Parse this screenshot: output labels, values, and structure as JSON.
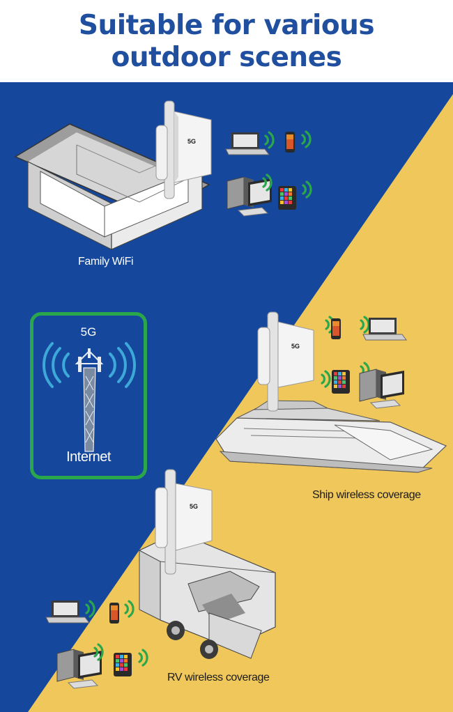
{
  "heading": {
    "line1": "Suitable for various",
    "line2": "outdoor scenes"
  },
  "captions": {
    "family": "Family WiFi",
    "ship": "Ship wireless coverage",
    "rv": "RV wireless coverage"
  },
  "tower_box": {
    "network": "5G",
    "label": "Internet"
  },
  "device_badge": "5G",
  "colors": {
    "background_blue": "#15489d",
    "background_yellow": "#f0c75a",
    "title_blue": "#1f4f9e",
    "signal_green": "#2aa74a",
    "signal_blue": "#3da9d9"
  }
}
